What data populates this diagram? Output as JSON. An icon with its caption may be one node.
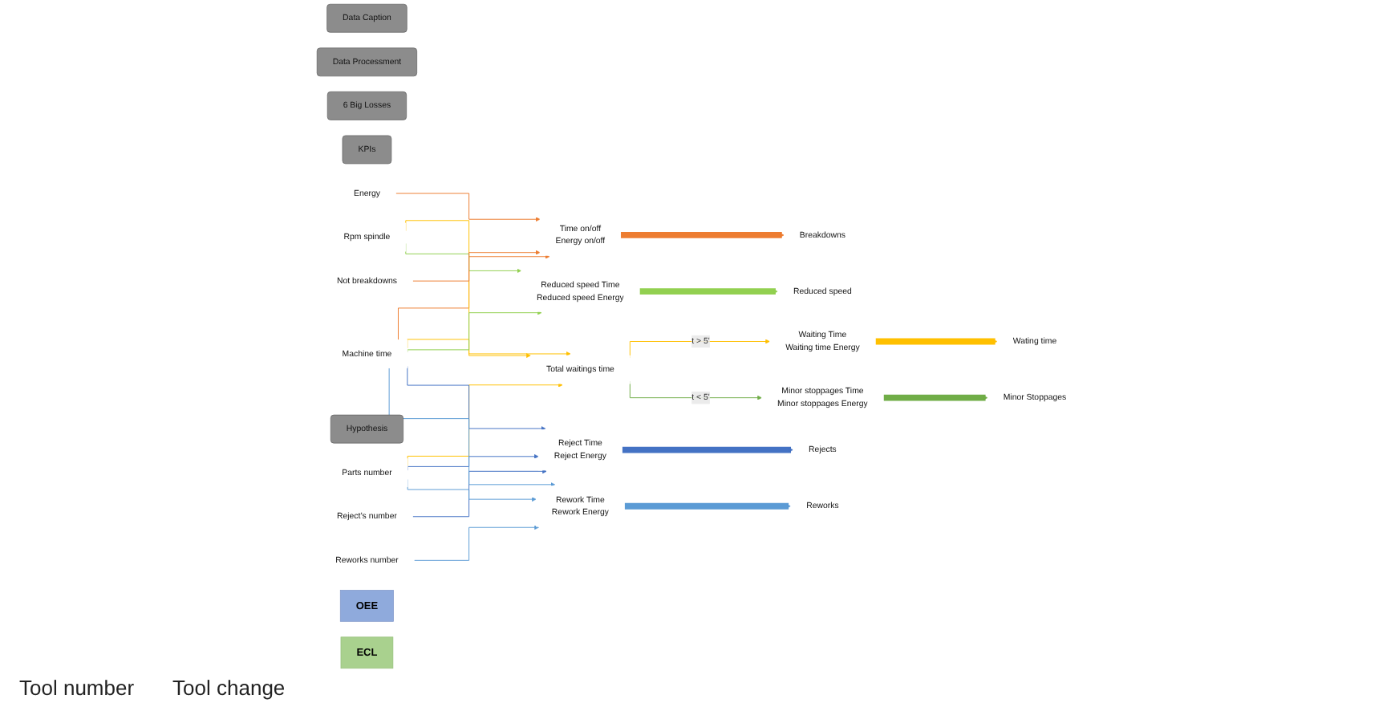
{
  "diagram": {
    "nodes": [
      {
        "text": [
          "Data Caption"
        ]
      },
      {
        "text": [
          "Data Processment"
        ]
      },
      {
        "text": [
          "6 Big Losses"
        ]
      },
      {
        "text": [
          "KPIs"
        ]
      },
      {
        "text": [
          "Energy"
        ]
      },
      {
        "text": [
          "Machine time"
        ]
      },
      {
        "text": [
          "Parts number"
        ]
      },
      {
        "text": [
          "Rpm spindle"
        ]
      },
      {
        "text": [
          "Hypothesis"
        ]
      },
      {
        "text": [
          "Reject’s number"
        ]
      },
      {
        "text": [
          "Reworks number"
        ]
      },
      {
        "text": [
          "Not breakdowns"
        ]
      },
      {
        "text": [
          "Time on/off",
          "Energy on/off"
        ]
      },
      {
        "text": [
          "Total waitings time"
        ]
      },
      {
        "text": [
          "Waiting Time",
          "Waiting time Energy"
        ]
      },
      {
        "text": [
          "Minor stoppages Time",
          "Minor stoppages Energy"
        ]
      },
      {
        "text": [
          "Reduced speed Time",
          "Reduced speed Energy"
        ]
      },
      {
        "text": [
          "Reject Time",
          "Reject Energy"
        ]
      },
      {
        "text": [
          "Rework Time",
          "Rework Energy"
        ]
      },
      {
        "text": [
          "Breakdowns"
        ]
      },
      {
        "text": [
          "Wating time"
        ]
      },
      {
        "text": [
          "Minor Stoppages"
        ]
      },
      {
        "text": [
          "Reduced speed"
        ]
      },
      {
        "text": [
          "Rejects"
        ]
      },
      {
        "text": [
          "Reworks"
        ]
      },
      {
        "text": [
          "OEE"
        ]
      },
      {
        "text": [
          "ECL"
        ]
      }
    ],
    "edges": [
      {
        "from": 4,
        "to": 12,
        "arrow": "to",
        "color": "#ed7d31"
      },
      {
        "from": 5,
        "to": 12,
        "arrow": "to",
        "color": "#ed7d31"
      },
      {
        "from": 5,
        "to": 13,
        "arrow": "to",
        "color": "#ffc000"
      },
      {
        "from": 6,
        "to": 13,
        "arrow": "to",
        "color": "#ffc000"
      },
      {
        "from": 7,
        "to": 13,
        "arrow": "to",
        "color": "#ffc000"
      },
      {
        "from": 5,
        "to": 16,
        "arrow": "to",
        "color": "#92d050"
      },
      {
        "from": 7,
        "to": 16,
        "arrow": "to",
        "color": "#92d050"
      },
      {
        "from": 5,
        "to": 17,
        "arrow": "to",
        "color": "#4472c4"
      },
      {
        "from": 6,
        "to": 17,
        "arrow": "to",
        "color": "#4472c4"
      },
      {
        "from": 9,
        "to": 17,
        "arrow": "to",
        "color": "#4472c4"
      },
      {
        "from": 5,
        "to": 18,
        "arrow": "to",
        "color": "#5b9bd5"
      },
      {
        "from": 6,
        "to": 18,
        "arrow": "to",
        "color": "#5b9bd5"
      },
      {
        "from": 10,
        "to": 18,
        "arrow": "to",
        "color": "#5b9bd5"
      },
      {
        "from": 11,
        "to": 12,
        "arrow": "to",
        "color": "#ed7d31"
      },
      {
        "from": 13,
        "to": 14,
        "arrow": "to",
        "label": "t > 5'",
        "color": "#ffc000"
      },
      {
        "from": 13,
        "to": 15,
        "arrow": "to",
        "label": "t < 5'",
        "color": "#70ad47"
      },
      {
        "from": 12,
        "to": 19,
        "arrow": "to",
        "style": "thick",
        "color": "#ed7d31"
      },
      {
        "from": 14,
        "to": 20,
        "arrow": "to",
        "style": "thick",
        "color": "#ffc000"
      },
      {
        "from": 15,
        "to": 21,
        "arrow": "to",
        "style": "thick",
        "color": "#70ad47"
      },
      {
        "from": 16,
        "to": 22,
        "arrow": "to",
        "style": "thick",
        "color": "#92d050"
      },
      {
        "from": 17,
        "to": 23,
        "arrow": "to",
        "style": "thick",
        "color": "#4472c4"
      },
      {
        "from": 18,
        "to": 24,
        "arrow": "to",
        "style": "thick",
        "color": "#5b9bd5"
      }
    ],
    "labels": [
      "Tool number",
      "Tool change"
    ]
  }
}
